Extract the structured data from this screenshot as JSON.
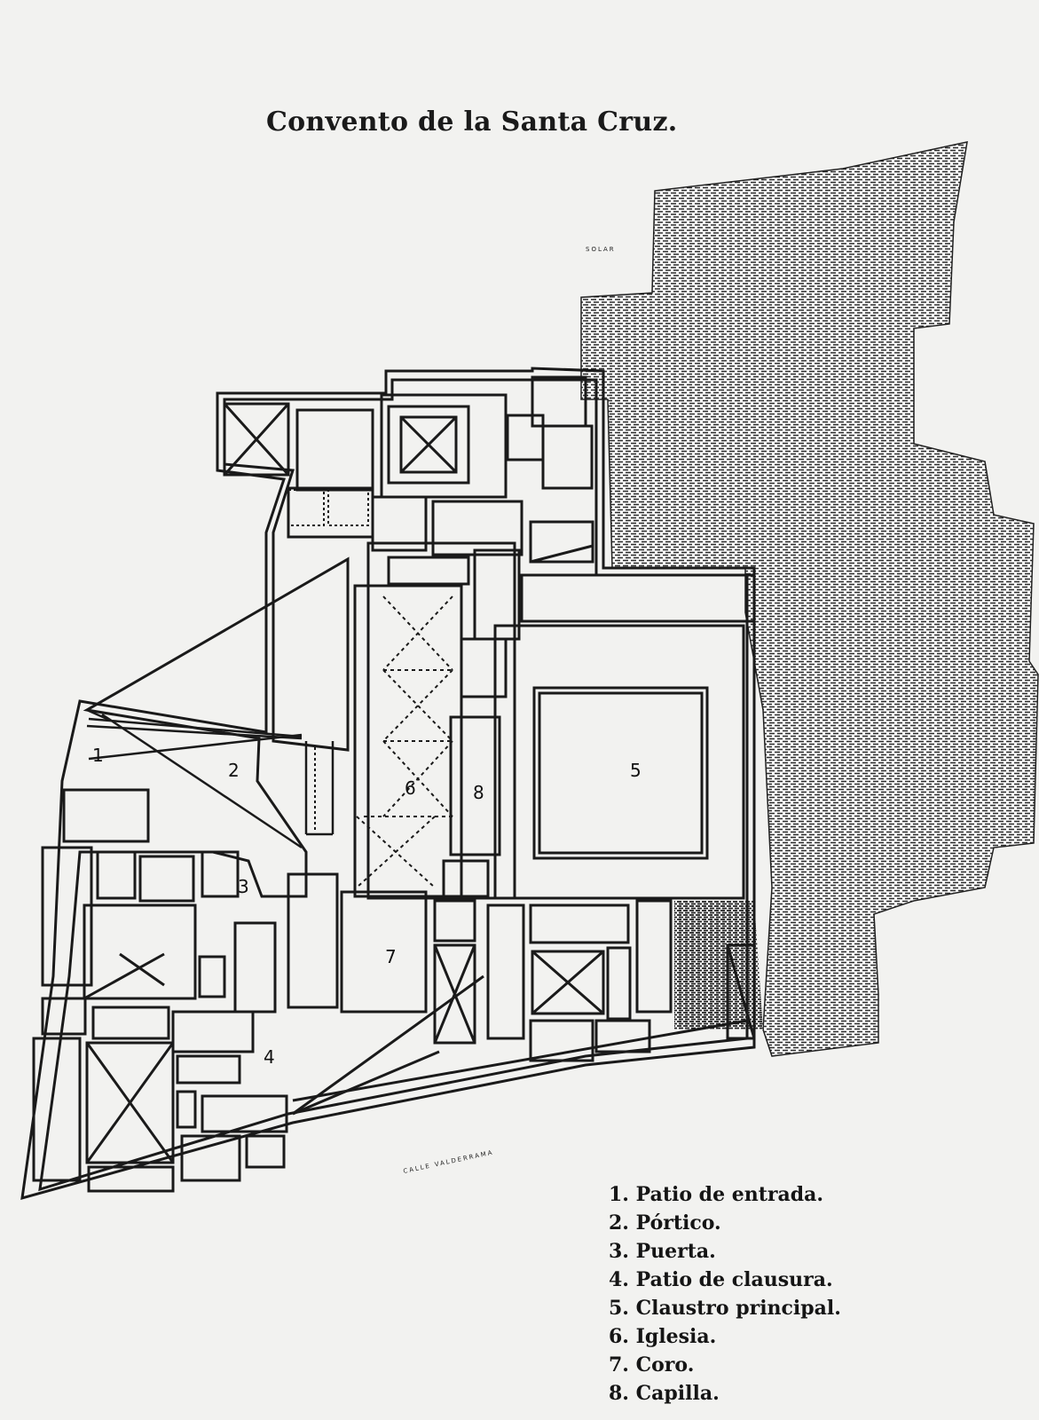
{
  "title": "Convento de la Santa Cruz.",
  "map_labels": {
    "solar": "SOLAR",
    "street": "CALLE VALDERRAMA",
    "n1": "1",
    "n2": "2",
    "n3": "3",
    "n4": "4",
    "n5": "5",
    "n6": "6",
    "n7": "7",
    "n8": "8"
  },
  "legend": [
    "1. Patio de entrada.",
    "2. Pórtico.",
    "3. Puerta.",
    "4. Patio de clausura.",
    "5. Claustro principal.",
    "6. Iglesia.",
    "7. Coro.",
    "8. Capilla."
  ],
  "colors": {
    "ink": "#1a1a1a",
    "paper": "#f2f2f0",
    "hatch": "#2a2a2a"
  }
}
